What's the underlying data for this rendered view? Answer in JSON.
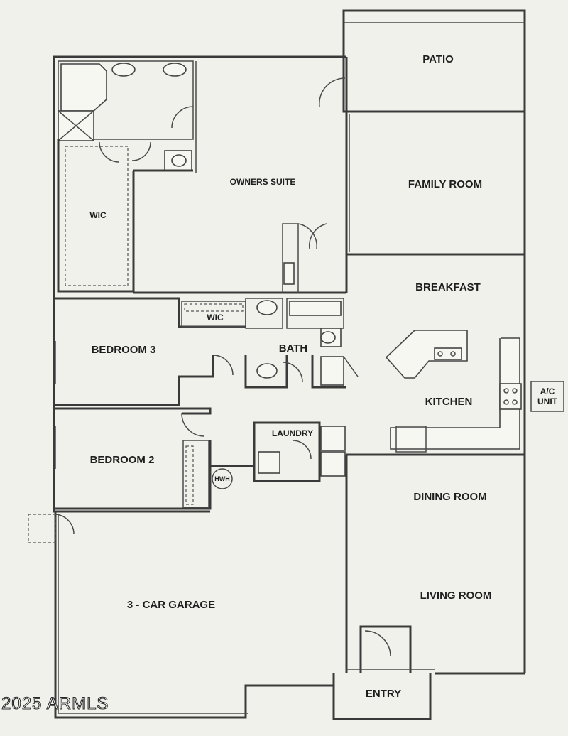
{
  "rooms": {
    "patio": "PATIO",
    "owners_suite": "OWNERS SUITE",
    "family_room": "FAMILY ROOM",
    "wic_master": "WIC",
    "breakfast": "BREAKFAST",
    "wic_hall": "WIC",
    "bath": "BATH",
    "bedroom3": "BEDROOM 3",
    "kitchen": "KITCHEN",
    "ac_unit_line1": "A/C",
    "ac_unit_line2": "UNIT",
    "laundry": "LAUNDRY",
    "bedroom2": "BEDROOM 2",
    "hwh": "HWH",
    "dining_room": "DINING ROOM",
    "garage": "3 - CAR GARAGE",
    "living_room": "LIVING ROOM",
    "entry": "ENTRY"
  },
  "watermark": "2025 ARMLS"
}
